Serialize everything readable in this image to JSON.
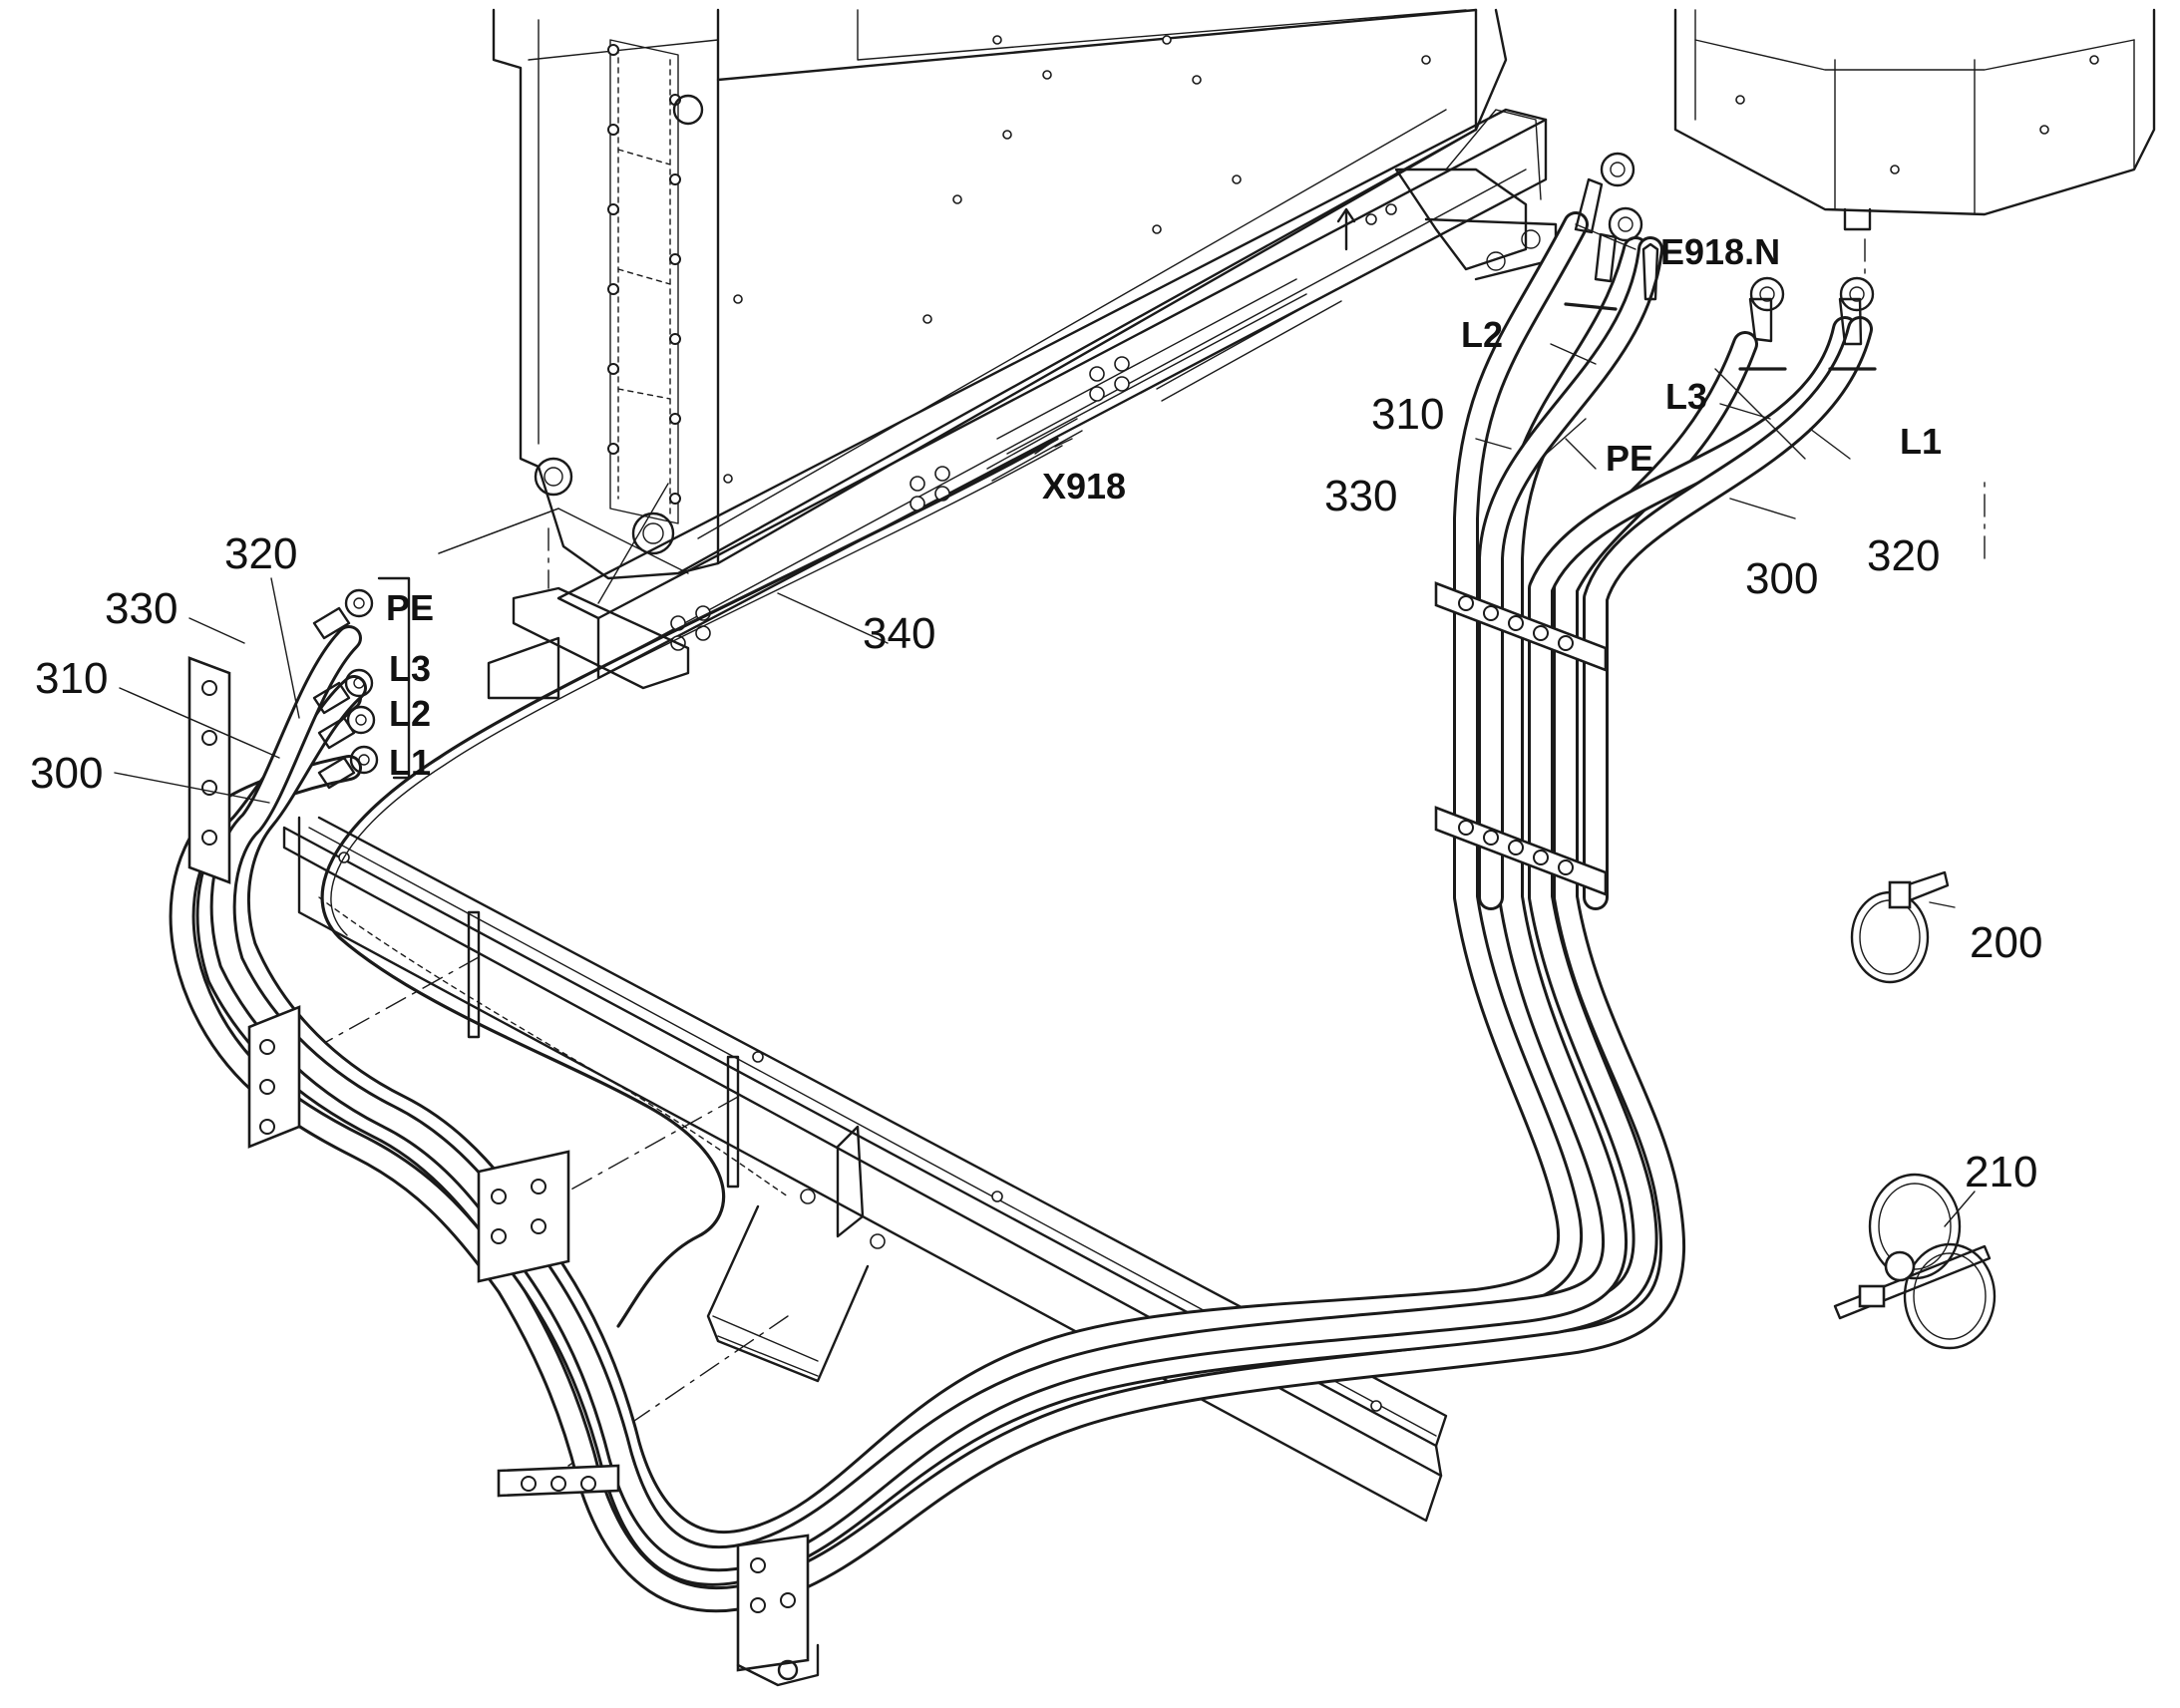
{
  "labels": {
    "left": {
      "n330": "330",
      "n320": "320",
      "n310": "310",
      "n300": "300",
      "pe": "PE",
      "l3": "L3",
      "l2": "L2",
      "l1": "L1"
    },
    "center": {
      "x918": "X918",
      "n340": "340"
    },
    "right": {
      "e918n": "E918.N",
      "l2": "L2",
      "n310": "310",
      "pe": "PE",
      "l3": "L3",
      "l1": "L1",
      "n330": "330",
      "n320": "320",
      "n300": "300"
    },
    "parts": {
      "n200": "200",
      "n210": "210"
    }
  }
}
